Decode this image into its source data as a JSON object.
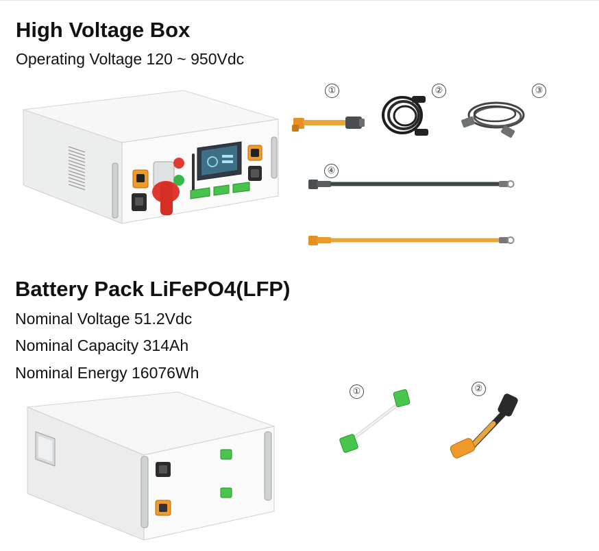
{
  "hv_box": {
    "title": "High Voltage Box",
    "spec_operating_voltage": "Operating Voltage 120 ~ 950Vdc",
    "accessory_numbers": [
      "①",
      "②",
      "③",
      "④"
    ]
  },
  "battery_pack": {
    "title": "Battery Pack LiFePO4(LFP)",
    "spec_voltage": "Nominal Voltage 51.2Vdc",
    "spec_capacity": "Nominal Capacity 314Ah",
    "spec_energy": "Nominal Energy 16076Wh",
    "accessory_numbers": [
      "①",
      "②"
    ]
  },
  "colors": {
    "cable_orange": "#e9a53a",
    "cable_dark": "#3f4446",
    "connector_green": "#46c64a",
    "switch_red": "#d9332b",
    "chassis_white": "#f3f4f4"
  },
  "icons": [
    "rack-unit",
    "cable-connector",
    "screen-display",
    "rotary-switch"
  ]
}
